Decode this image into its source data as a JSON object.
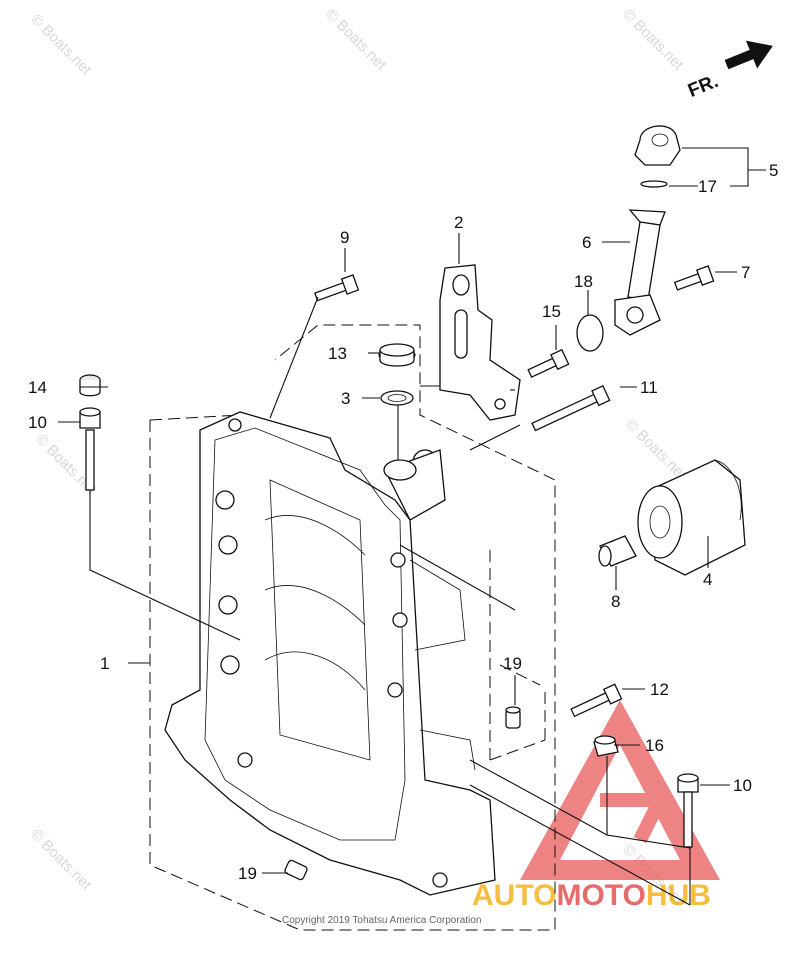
{
  "direction_label": "FR.",
  "copyright": "Copyright 2019 Tohatsu America Corporation",
  "watermark": "© Boats.net",
  "brand": {
    "part1": "AUTO",
    "part2": "MOTO",
    "part3": "HUB",
    "colors": {
      "auto": "#f2a900",
      "moto": "#e03a3a",
      "hub": "#f2a900"
    }
  },
  "callouts": {
    "c1": "1",
    "c2": "2",
    "c3": "3",
    "c4": "4",
    "c5": "5",
    "c6": "6",
    "c7": "7",
    "c8": "8",
    "c9": "9",
    "c10a": "10",
    "c10b": "10",
    "c11": "11",
    "c12": "12",
    "c13": "13",
    "c14": "14",
    "c15": "15",
    "c16": "16",
    "c17": "17",
    "c18": "18",
    "c19a": "19",
    "c19b": "19"
  }
}
